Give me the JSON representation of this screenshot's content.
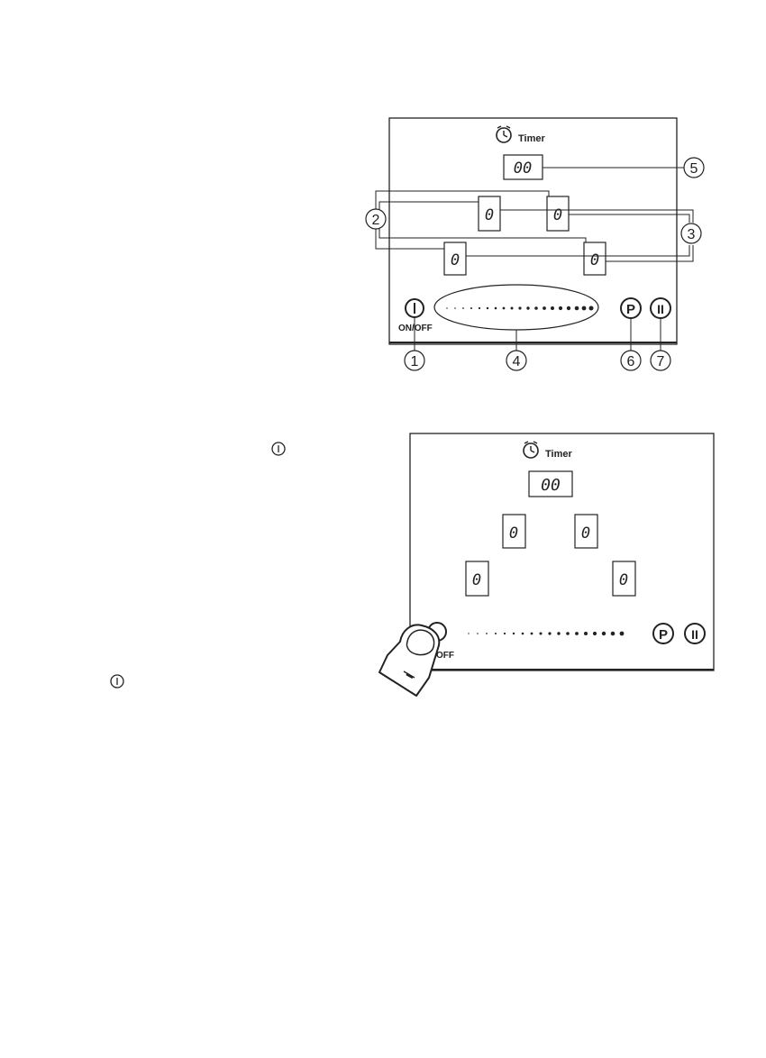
{
  "figure1": {
    "timer_label": "Timer",
    "timer_display": "00",
    "zone_displays": [
      "0",
      "0",
      "0",
      "0"
    ],
    "onoff_label": "ON/OFF",
    "program_key": "P",
    "pause_key": "II",
    "callouts": [
      "1",
      "2",
      "3",
      "4",
      "5",
      "6",
      "7"
    ]
  },
  "figure2": {
    "timer_label": "Timer",
    "timer_display": "00",
    "zone_displays": [
      "0",
      "0",
      "0",
      "0"
    ],
    "onoff_label_partial": "OFF",
    "program_key": "P",
    "pause_key": "II"
  },
  "icons": {
    "inline_power_top": "power-icon",
    "inline_power_bottom": "power-icon",
    "finger": "pointing-finger-icon"
  }
}
